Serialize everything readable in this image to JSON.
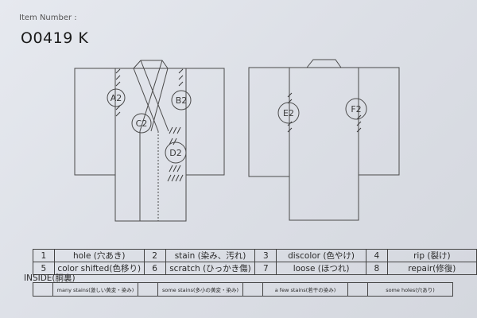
{
  "header": {
    "label": "Item Number :",
    "item_number": "O0419 K"
  },
  "diagram": {
    "front_marks": [
      "A2",
      "B2",
      "C2",
      "D2"
    ],
    "back_marks": [
      "E2",
      "F2"
    ],
    "line_color": "#4a4a4a"
  },
  "legend": {
    "rows": [
      [
        {
          "num": "1",
          "text": "hole (穴あき)"
        },
        {
          "num": "2",
          "text": "stain (染み、汚れ)"
        },
        {
          "num": "3",
          "text": "discolor (色やけ)"
        },
        {
          "num": "4",
          "text": "rip (裂け)"
        }
      ],
      [
        {
          "num": "5",
          "text": "color shifted(色移り)"
        },
        {
          "num": "6",
          "text": "scratch (ひっかき傷)"
        },
        {
          "num": "7",
          "text": "loose (ほつれ)"
        },
        {
          "num": "8",
          "text": "repair(修復)"
        }
      ]
    ]
  },
  "inside": {
    "title": "INSIDE(胴裏)",
    "items": [
      "many stains(激しい黄変・染み)",
      "some stains(多小の黄変・染み)",
      "a few stains(若干の染み)",
      "some holes(穴あり)"
    ]
  }
}
